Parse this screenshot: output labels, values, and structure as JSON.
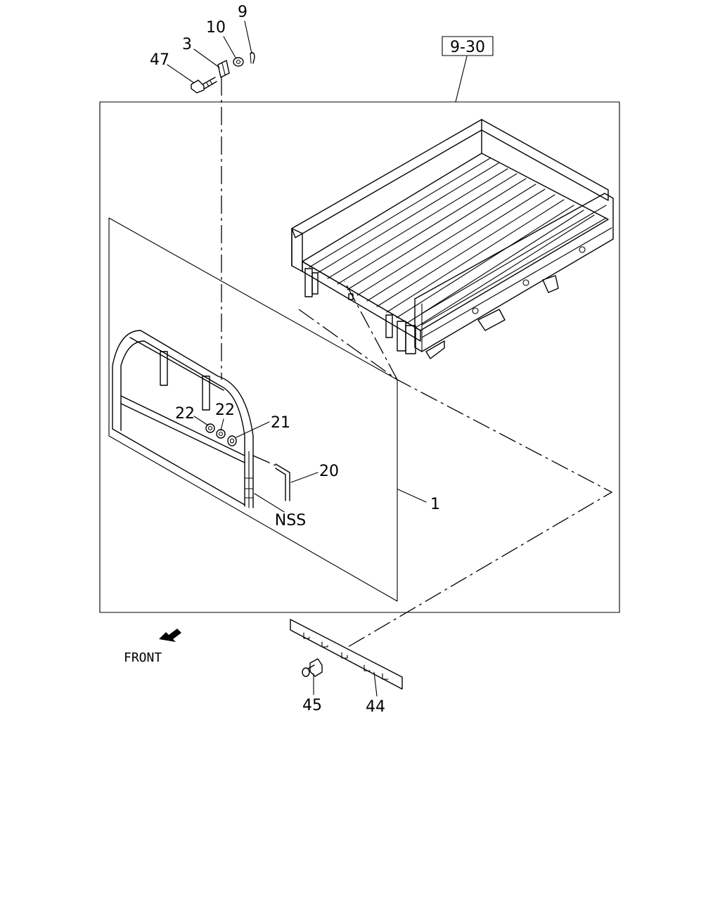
{
  "diagram": {
    "ref_box": "9-30",
    "front_label": "FRONT",
    "nss_label": "NSS",
    "callouts": {
      "c9": "9",
      "c10": "10",
      "c3": "3",
      "c47": "47",
      "c22a": "22",
      "c22b": "22",
      "c21": "21",
      "c20": "20",
      "c1": "1",
      "c45": "45",
      "c44": "44"
    }
  }
}
